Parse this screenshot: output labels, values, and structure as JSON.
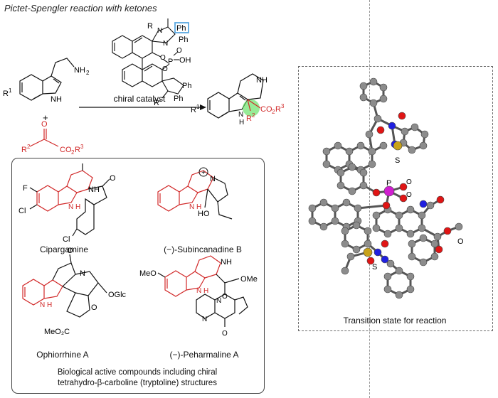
{
  "header": {
    "title": "Pictet-Spengler reaction with ketones"
  },
  "reaction": {
    "arrow_label": "chiral catalyst",
    "plus": "+",
    "tryptamine": {
      "r1": "R",
      "r1_sup": "1",
      "nh2": "NH",
      "nh2_sub": "2",
      "nh": "NH"
    },
    "ketoester": {
      "o": "O",
      "r2": "R",
      "r2_sup": "2",
      "co2r3": "CO",
      "co2r3_sub": "2",
      "co2r3_r": "R",
      "co2r3_sup": "3"
    },
    "catalyst": {
      "r_top": "R",
      "ph_boxed": "Ph",
      "ph2": "Ph",
      "n1": "N",
      "n2": "N",
      "o1": "O",
      "o2": "O",
      "p": "P",
      "oh": "OH",
      "eq_o": "O",
      "ph3": "Ph",
      "ph4": "Ph",
      "r_bot": "R'"
    },
    "product": {
      "r1": "R",
      "r1_sup": "1",
      "nh_ring": "NH",
      "nh_indole": "H",
      "n_indole": "N",
      "r2": "R",
      "r2_sup": "2",
      "co2r3": "CO",
      "co2r3_sub": "2",
      "co2r3_r": "R",
      "co2r3_sup": "3"
    }
  },
  "compounds_box": {
    "compounds": [
      {
        "name": "Cipargamine",
        "atoms": {
          "f": "F",
          "cl1": "Cl",
          "cl2": "Cl",
          "nh": "NH",
          "h": "H",
          "n": "N",
          "o": "O"
        }
      },
      {
        "name": "(−)-Subincanadine B",
        "atoms": {
          "nplus": "N",
          "h": "H",
          "n": "N",
          "oh": "HO",
          "plus": "+"
        }
      },
      {
        "name": "Ophiorrhine A",
        "atoms": {
          "o": "O",
          "n": "N",
          "h": "H",
          "nring": "N",
          "oglc": "OGlc",
          "meo2c": "MeO₂C",
          "o_ring": "O"
        }
      },
      {
        "name": "(−)-Peharmaline A",
        "atoms": {
          "nh": "NH",
          "ome": "OMe",
          "o": "O",
          "meo": "MeO",
          "h": "H",
          "n": "N",
          "n2": "N",
          "n3": "N",
          "o2": "O"
        }
      }
    ],
    "caption_line1": "Biological active compounds including chiral",
    "caption_line2": "tetrahydro-β-carboline (tryptoline) structures"
  },
  "transition_state": {
    "caption": "Transition state for reaction",
    "atom_labels": {
      "s_top": "S",
      "p": "P",
      "o1": "O",
      "o2": "O",
      "o_right": "O",
      "s_bottom": "S"
    }
  },
  "colors": {
    "red": "#d12828",
    "highlight_green": "#5fe05f",
    "highlight_box": "#5aa7e0",
    "atom_c": "#8c8c8c",
    "atom_o": "#e01515",
    "atom_n": "#2020e0",
    "atom_s": "#c8a21a",
    "atom_p": "#d01fd0"
  }
}
